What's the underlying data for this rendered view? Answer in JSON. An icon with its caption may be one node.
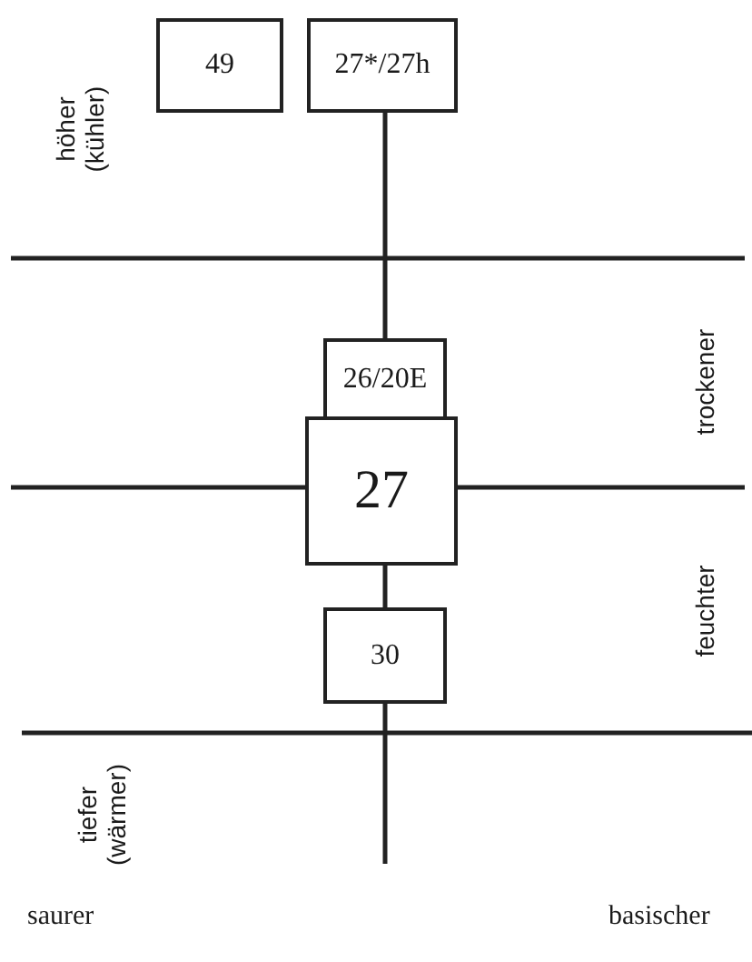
{
  "diagram": {
    "nodes": [
      {
        "text": [
          "49"
        ]
      },
      {
        "text": [
          "27*/27h"
        ]
      },
      {
        "text": [
          "26/20E"
        ]
      },
      {
        "text": [
          "27"
        ]
      },
      {
        "text": [
          "30"
        ]
      }
    ],
    "edges": [
      {
        "from": 1,
        "to": 2,
        "arrow": "none"
      },
      {
        "from": 3,
        "to": 4,
        "arrow": "none"
      },
      {
        "from": 4,
        "to": null,
        "arrow": "none"
      }
    ],
    "labels": [
      "höher (kühler)",
      "trockener",
      "feuchter",
      "tiefer (wärmer)",
      "saurer",
      "basischer"
    ]
  }
}
